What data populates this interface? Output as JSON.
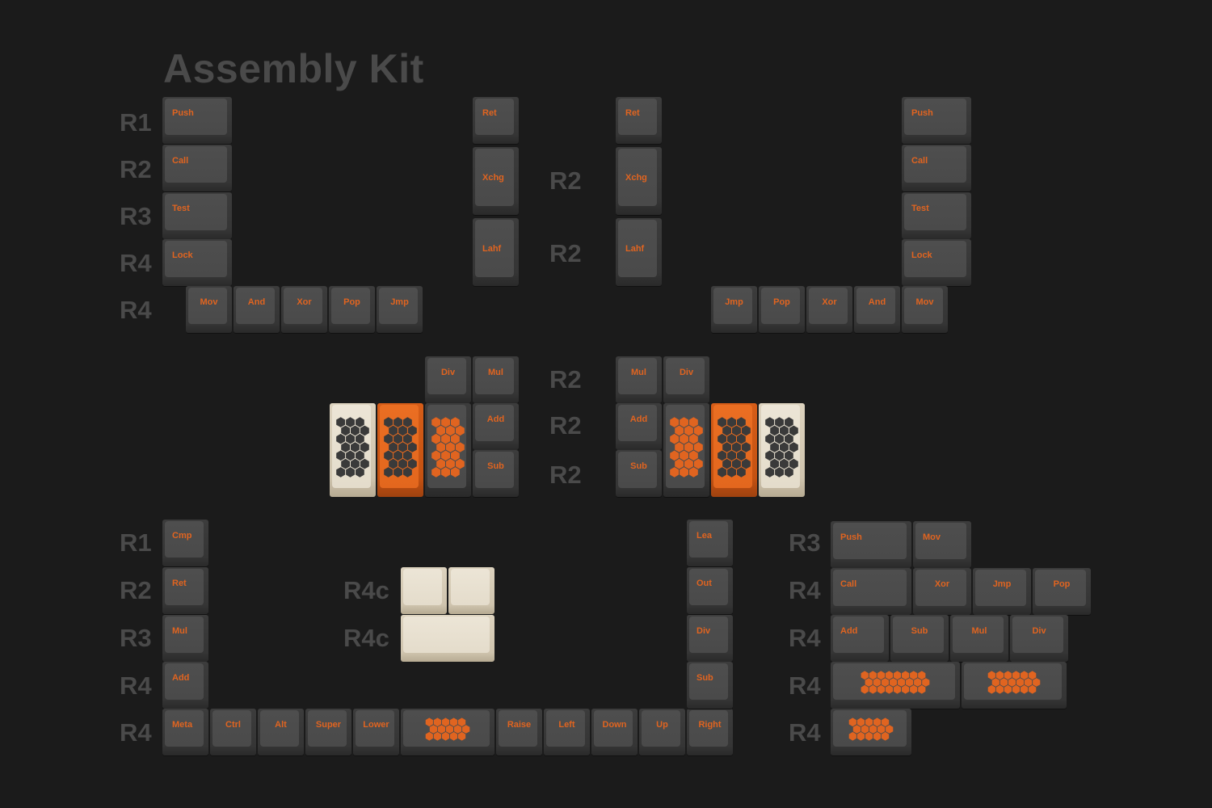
{
  "title": "Assembly Kit",
  "colors": {
    "background": "#1b1b1b",
    "label_gray": "#4a4a4a",
    "legend_orange": "#e06420",
    "key_dark": "#4a4a4a",
    "key_cream": "#e6dece",
    "key_orange": "#e3671e",
    "hex_dark": "#3a3a3a"
  },
  "row_labels": {
    "top_left": [
      "R1",
      "R2",
      "R3",
      "R4",
      "R4"
    ],
    "top_middle": [
      "R2",
      "R2"
    ],
    "middle": [
      "R2",
      "R2",
      "R2"
    ],
    "bottom_left": [
      "R1",
      "R2",
      "R3",
      "R4",
      "R4"
    ],
    "bottom_center": [
      "R4c",
      "R4c"
    ],
    "bottom_right": [
      "R3",
      "R4",
      "R4",
      "R4",
      "R4"
    ]
  },
  "keycaps": {
    "top_left_column": [
      "Push",
      "Call",
      "Test",
      "Lock"
    ],
    "top_left_row": [
      "Mov",
      "And",
      "Xor",
      "Pop",
      "Jmp"
    ],
    "top_center_left_column": [
      "Ret",
      "Xchg",
      "Lahf"
    ],
    "top_center_right_column": [
      "Ret",
      "Xchg",
      "Lahf"
    ],
    "top_right_column": [
      "Push",
      "Call",
      "Test",
      "Lock"
    ],
    "top_right_row": [
      "Jmp",
      "Pop",
      "Xor",
      "And",
      "Mov"
    ],
    "middle_left_top": [
      "Div",
      "Mul"
    ],
    "middle_left_stack": [
      "Add",
      "Sub"
    ],
    "middle_right_top": [
      "Mul",
      "Div"
    ],
    "middle_right_stack": [
      "Add",
      "Sub"
    ],
    "bottom_left_column": [
      "Cmp",
      "Ret",
      "Mul",
      "Add"
    ],
    "bottom_row": [
      "Meta",
      "Ctrl",
      "Alt",
      "Super",
      "Lower",
      "Raise",
      "Left",
      "Down",
      "Up",
      "Right"
    ],
    "bottom_right_column": [
      "Lea",
      "Out",
      "Div",
      "Sub"
    ],
    "modifier_row1": [
      "Push",
      "Mov"
    ],
    "modifier_row2": [
      "Call",
      "Xor",
      "Jmp",
      "Pop"
    ],
    "modifier_row3": [
      "Add",
      "Sub",
      "Mul",
      "Div"
    ]
  },
  "icons": {
    "hexagon_pattern": "honeycomb-hexagon-icon"
  }
}
